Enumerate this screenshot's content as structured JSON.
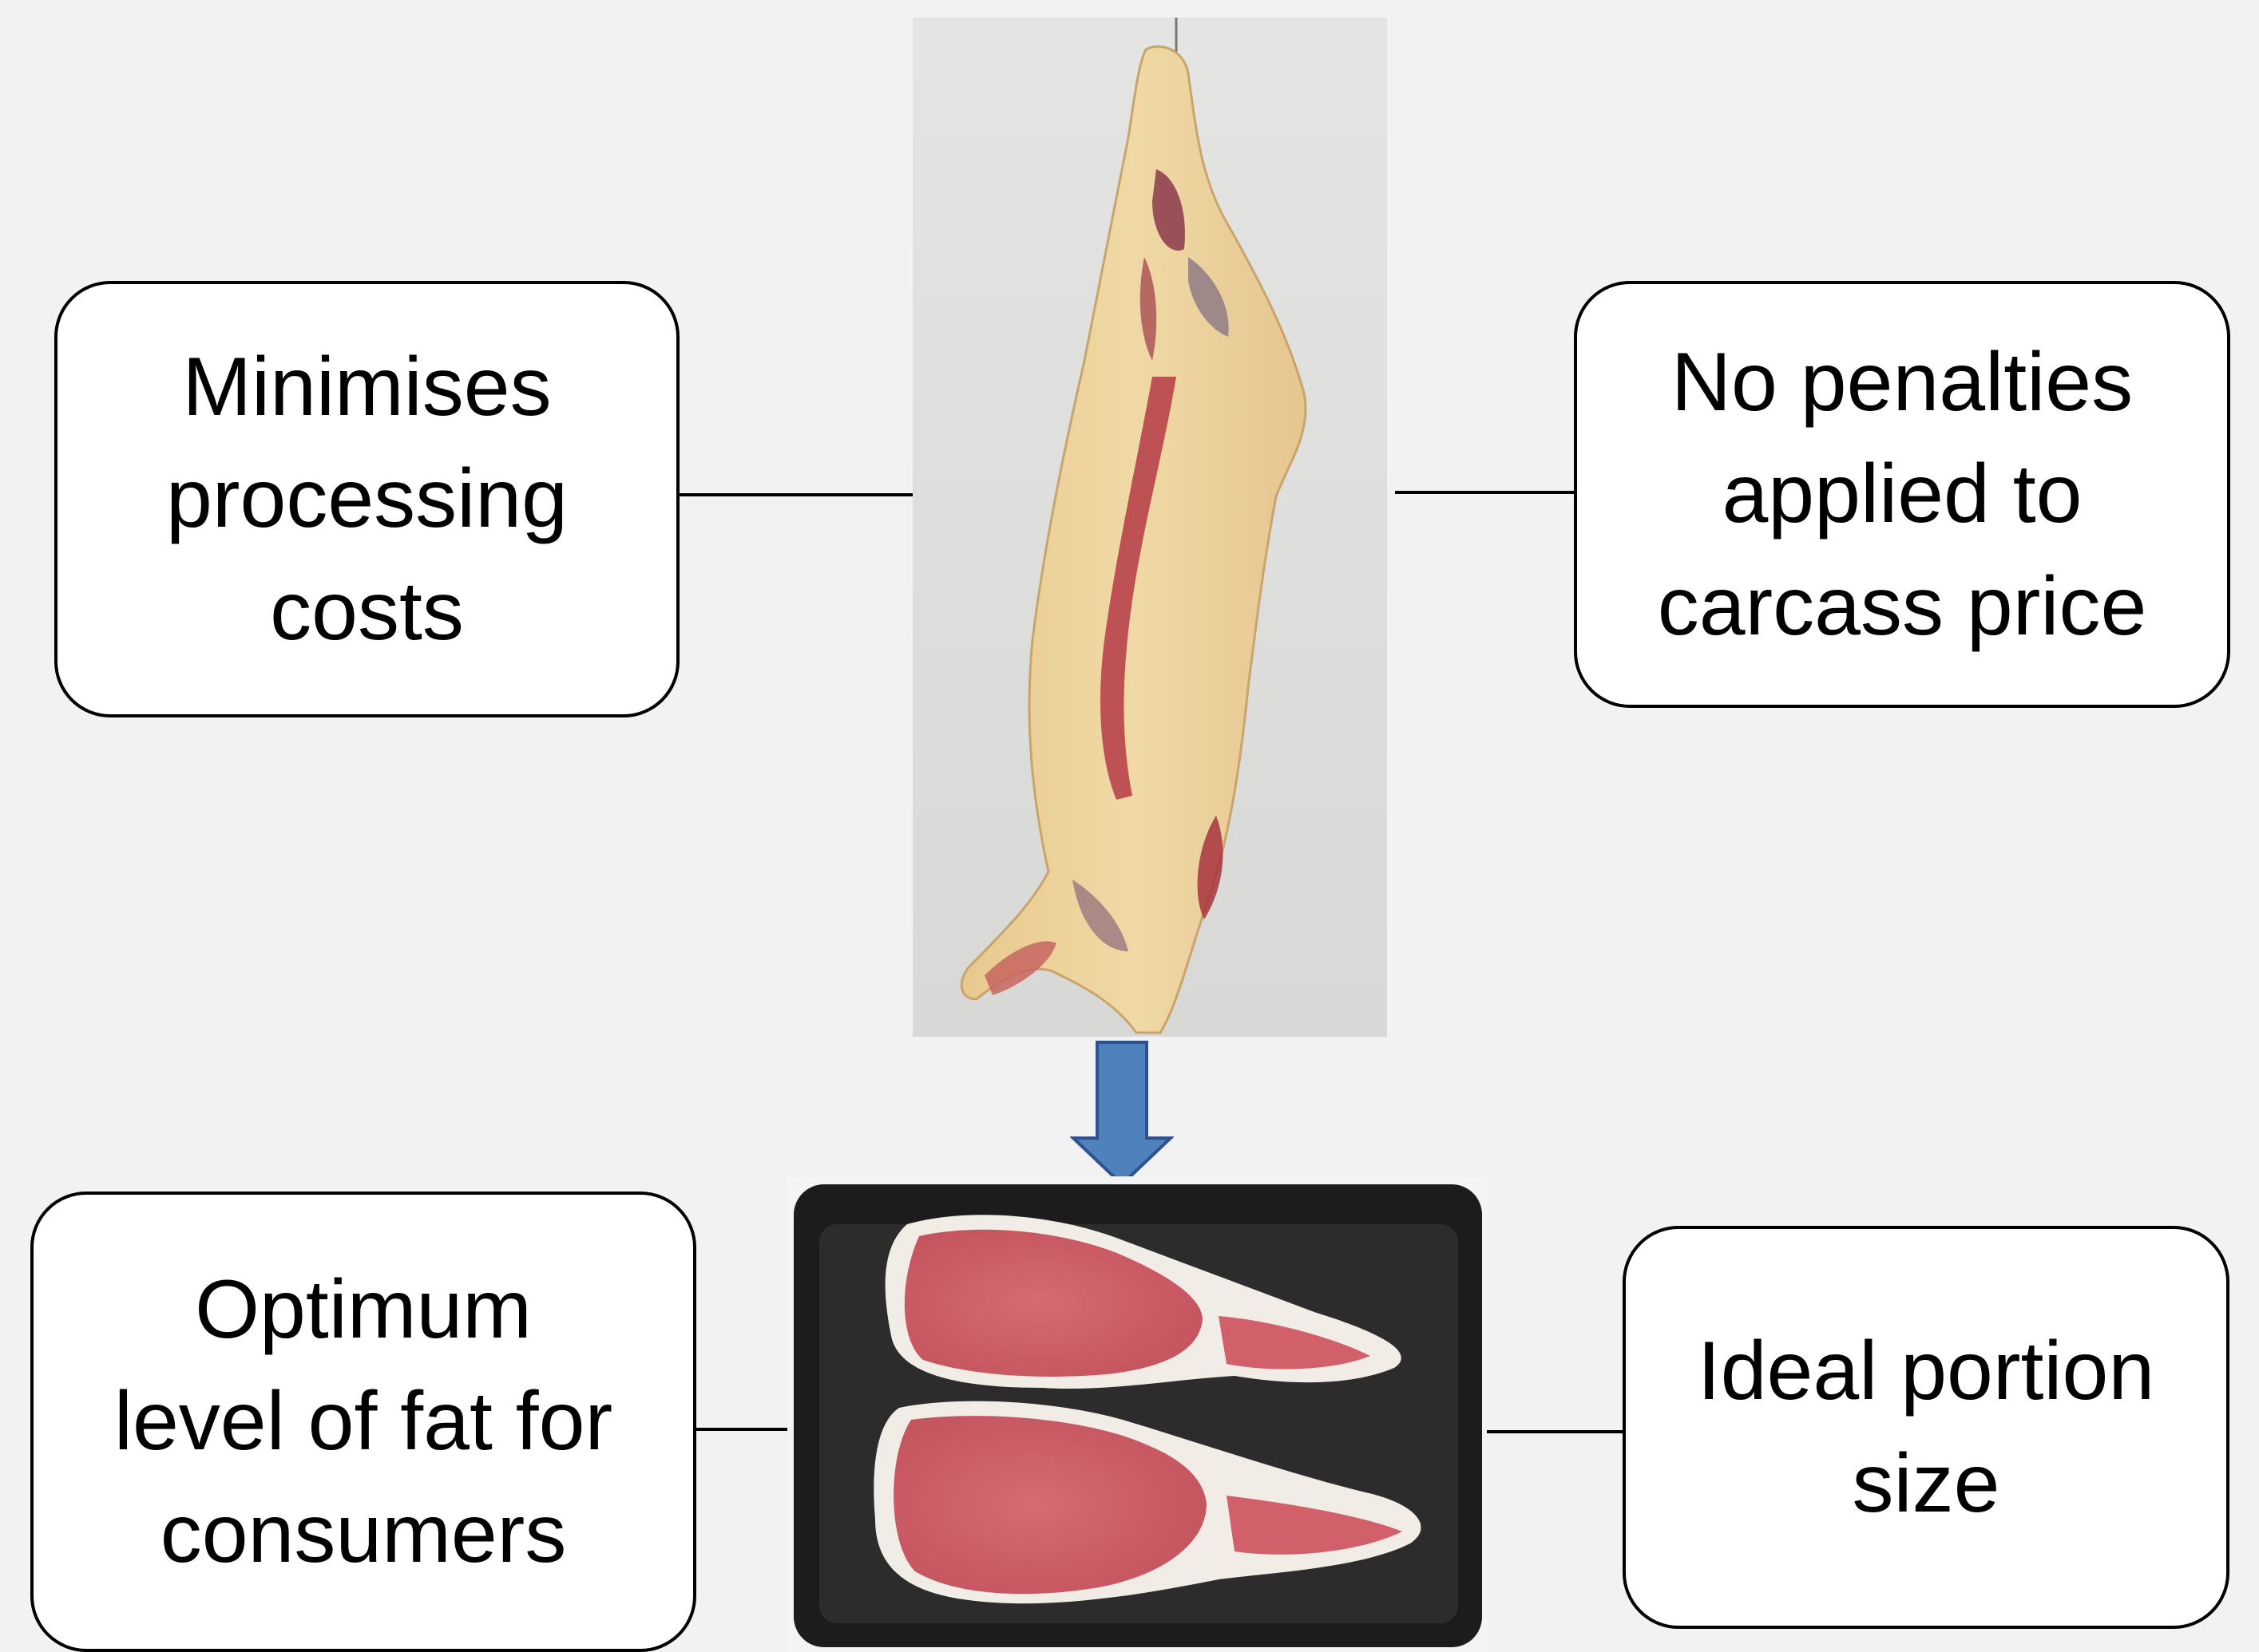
{
  "diagram": {
    "top_left_box": {
      "text": "Minimises\nprocessing\ncosts"
    },
    "top_right_box": {
      "text": "No penalties\napplied to\ncarcass price"
    },
    "bottom_left_box": {
      "text": "Optimum\nlevel of fat for\nconsumers"
    },
    "bottom_right_box": {
      "text": "Ideal portion\nsize"
    },
    "top_image": "beef-carcass-side-photo",
    "bottom_image": "sirloin-steaks-tray-photo",
    "arrow_direction": "down"
  },
  "colors": {
    "background": "#f2f2f2",
    "box_fill": "#ffffff",
    "box_border": "#000000",
    "arrow_fill": "#4f81bd",
    "arrow_stroke": "#2f528f"
  }
}
